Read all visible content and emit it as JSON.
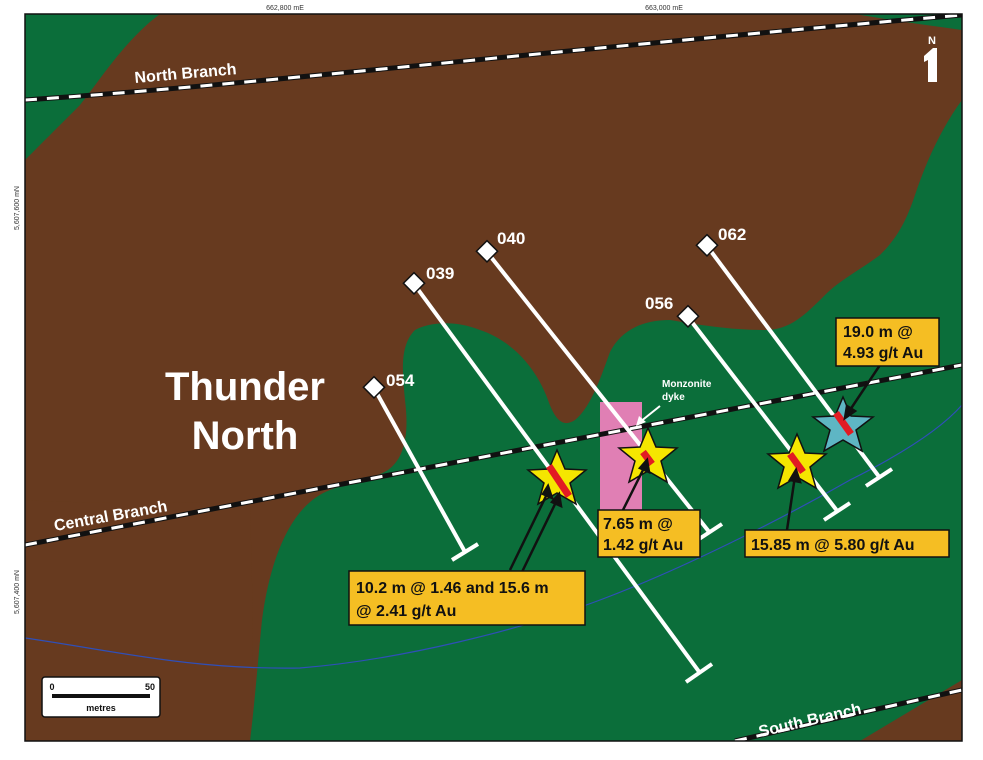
{
  "grid": {
    "easting_labels": [
      "662,800 mE",
      "663,000 mE"
    ],
    "northing_labels": [
      "5,607,600 mN",
      "5,607,400 mN"
    ]
  },
  "faults": {
    "north": "North Branch",
    "central": "Central Branch",
    "south": "South Branch"
  },
  "region_label": [
    "Thunder",
    "North"
  ],
  "dyke_label": [
    "Monzonite",
    "dyke"
  ],
  "holes": [
    {
      "id": "054"
    },
    {
      "id": "039"
    },
    {
      "id": "040"
    },
    {
      "id": "056"
    },
    {
      "id": "062"
    }
  ],
  "intercepts": {
    "callout_left": [
      "10.2 m @ 1.46 and 15.6 m",
      "@ 2.41 g/t Au"
    ],
    "callout_mid": [
      "7.65 m @",
      "1.42 g/t Au"
    ],
    "callout_right": [
      "15.85 m @ 5.80 g/t Au"
    ],
    "callout_top": [
      "19.0 m @",
      "4.93 g/t Au"
    ]
  },
  "north_arrow": "N",
  "scale_bar": {
    "min": "0",
    "max": "50",
    "unit": "metres"
  },
  "colors": {
    "host_rock": "#673a1f",
    "mineralized_zone": "#0b6e3a",
    "dyke": "#e07fb4",
    "star_gold": "#f5e600",
    "star_highlight": "#5eb6c4",
    "callout_fill": "#f5be23",
    "intercept_red": "#e21b23"
  }
}
